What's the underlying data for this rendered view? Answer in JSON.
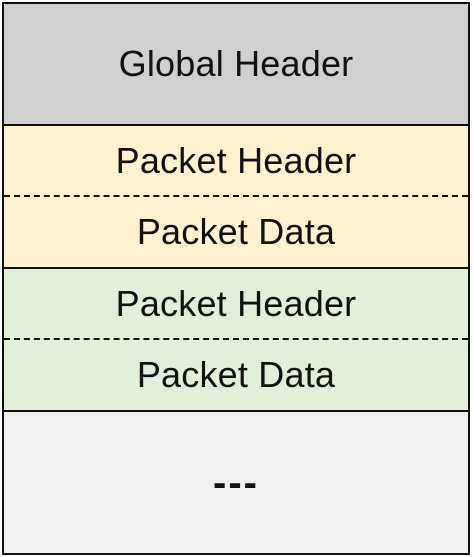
{
  "colors": {
    "global_header_bg": "#d0cfd1",
    "packet1_bg": "#fff2cc",
    "packet2_bg": "#e2efd9",
    "continuation_bg": "#efefef",
    "border": "#111111"
  },
  "blocks": {
    "global_header": "Global Header",
    "packet1_header": "Packet Header",
    "packet1_data": "Packet Data",
    "packet2_header": "Packet Header",
    "packet2_data": "Packet Data",
    "continuation": "---"
  }
}
